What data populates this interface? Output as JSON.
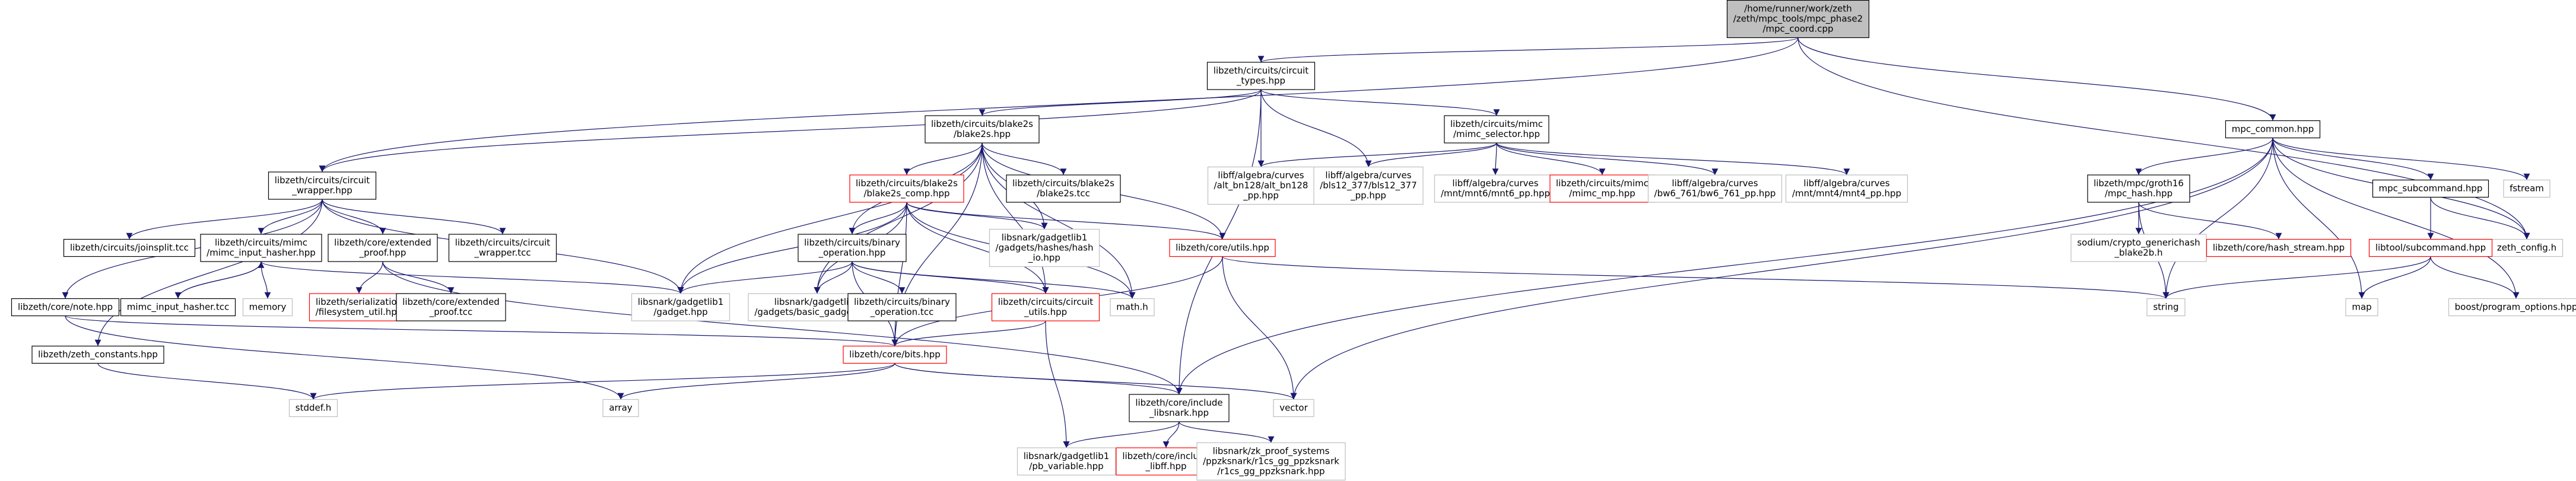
{
  "colors": {
    "edge": "#191970",
    "node_fill": "#ffffff",
    "node_border_documented": "#000000",
    "node_border_undocumented": "#bfbfbf",
    "node_border_red": "#ff0000",
    "root_fill": "#bfbfbf",
    "text": "#000000"
  },
  "nodes": [
    {
      "id": "root",
      "lines": [
        "/home/runner/work/zeth",
        "/zeth/mpc_tools/mpc_phase2",
        "/mpc_coord.cpp"
      ],
      "style": "root"
    },
    {
      "id": "circuit_types",
      "lines": [
        "libzeth/circuits/circuit",
        "_types.hpp"
      ],
      "style": "documented"
    },
    {
      "id": "mpc_common",
      "lines": [
        "mpc_common.hpp"
      ],
      "style": "documented"
    },
    {
      "id": "zeth_config",
      "lines": [
        "zeth_config.h"
      ],
      "style": "undocumented"
    },
    {
      "id": "blake2s",
      "lines": [
        "libzeth/circuits/blake2s",
        "/blake2s.hpp"
      ],
      "style": "documented"
    },
    {
      "id": "mimc_selector",
      "lines": [
        "libzeth/circuits/mimc",
        "/mimc_selector.hpp"
      ],
      "style": "documented"
    },
    {
      "id": "alt_bn128",
      "lines": [
        "libff/algebra/curves",
        "/alt_bn128/alt_bn128",
        "_pp.hpp"
      ],
      "style": "undocumented"
    },
    {
      "id": "bls12_377",
      "lines": [
        "libff/algebra/curves",
        "/bls12_377/bls12_377",
        "_pp.hpp"
      ],
      "style": "undocumented"
    },
    {
      "id": "mnt6",
      "lines": [
        "libff/algebra/curves",
        "/mnt/mnt6/mnt6_pp.hpp"
      ],
      "style": "undocumented"
    },
    {
      "id": "mimc_mp",
      "lines": [
        "libzeth/circuits/mimc",
        "/mimc_mp.hpp"
      ],
      "style": "red"
    },
    {
      "id": "bw6",
      "lines": [
        "libff/algebra/curves",
        "/bw6_761/bw6_761_pp.hpp"
      ],
      "style": "undocumented"
    },
    {
      "id": "mnt4",
      "lines": [
        "libff/algebra/curves",
        "/mnt/mnt4/mnt4_pp.hpp"
      ],
      "style": "undocumented"
    },
    {
      "id": "circuit_wrapper",
      "lines": [
        "libzeth/circuits/circuit",
        "_wrapper.hpp"
      ],
      "style": "documented"
    },
    {
      "id": "blake2s_comp",
      "lines": [
        "libzeth/circuits/blake2s",
        "/blake2s_comp.hpp"
      ],
      "style": "red"
    },
    {
      "id": "blake2s_tcc",
      "lines": [
        "libzeth/circuits/blake2s",
        "/blake2s.tcc"
      ],
      "style": "documented"
    },
    {
      "id": "joinsplit_tcc",
      "lines": [
        "libzeth/circuits/joinsplit.tcc"
      ],
      "style": "documented"
    },
    {
      "id": "mimc_input_hasher",
      "lines": [
        "libzeth/circuits/mimc",
        "/mimc_input_hasher.hpp"
      ],
      "style": "documented"
    },
    {
      "id": "extended_proof",
      "lines": [
        "libzeth/core/extended",
        "_proof.hpp"
      ],
      "style": "documented"
    },
    {
      "id": "circuit_wrapper_tcc",
      "lines": [
        "libzeth/circuits/circuit",
        "_wrapper.tcc"
      ],
      "style": "documented"
    },
    {
      "id": "binary_operation",
      "lines": [
        "libzeth/circuits/binary",
        "_operation.hpp"
      ],
      "style": "documented"
    },
    {
      "id": "hash_io",
      "lines": [
        "libsnark/gadgetlib1",
        "/gadgets/hashes/hash",
        "_io.hpp"
      ],
      "style": "undocumented"
    },
    {
      "id": "utils_hpp",
      "lines": [
        "libzeth/core/utils.hpp"
      ],
      "style": "red"
    },
    {
      "id": "note",
      "lines": [
        "libzeth/core/note.hpp"
      ],
      "style": "documented"
    },
    {
      "id": "mimc_input_hasher_tcc",
      "lines": [
        "mimc_input_hasher.tcc"
      ],
      "style": "documented"
    },
    {
      "id": "memory",
      "lines": [
        "memory"
      ],
      "style": "undocumented"
    },
    {
      "id": "filesystem_util",
      "lines": [
        "libzeth/serialization",
        "/filesystem_util.hpp"
      ],
      "style": "red"
    },
    {
      "id": "extended_proof_tcc",
      "lines": [
        "libzeth/core/extended",
        "_proof.tcc"
      ],
      "style": "documented"
    },
    {
      "id": "gadget",
      "lines": [
        "libsnark/gadgetlib1",
        "/gadget.hpp"
      ],
      "style": "undocumented"
    },
    {
      "id": "basic_gadgets",
      "lines": [
        "libsnark/gadgetlib1",
        "/gadgets/basic_gadgets.hpp"
      ],
      "style": "undocumented"
    },
    {
      "id": "binary_operation_tcc",
      "lines": [
        "libzeth/circuits/binary",
        "_operation.tcc"
      ],
      "style": "documented"
    },
    {
      "id": "circuit_utils",
      "lines": [
        "libzeth/circuits/circuit",
        "_utils.hpp"
      ],
      "style": "red"
    },
    {
      "id": "math",
      "lines": [
        "math.h"
      ],
      "style": "undocumented"
    },
    {
      "id": "zeth_constants",
      "lines": [
        "libzeth/zeth_constants.hpp"
      ],
      "style": "documented"
    },
    {
      "id": "bits",
      "lines": [
        "libzeth/core/bits.hpp"
      ],
      "style": "red"
    },
    {
      "id": "stddef",
      "lines": [
        "stddef.h"
      ],
      "style": "undocumented"
    },
    {
      "id": "array",
      "lines": [
        "array"
      ],
      "style": "undocumented"
    },
    {
      "id": "include_libsnark",
      "lines": [
        "libzeth/core/include",
        "_libsnark.hpp"
      ],
      "style": "documented"
    },
    {
      "id": "vector",
      "lines": [
        "vector"
      ],
      "style": "undocumented"
    },
    {
      "id": "pb_variable",
      "lines": [
        "libsnark/gadgetlib1",
        "/pb_variable.hpp"
      ],
      "style": "undocumented"
    },
    {
      "id": "include_libff",
      "lines": [
        "libzeth/core/include",
        "_libff.hpp"
      ],
      "style": "red"
    },
    {
      "id": "r1cs_gg",
      "lines": [
        "libsnark/zk_proof_systems",
        "/ppzksnark/r1cs_gg_ppzksnark",
        "/r1cs_gg_ppzksnark.hpp"
      ],
      "style": "undocumented"
    },
    {
      "id": "groth16_hash",
      "lines": [
        "libzeth/mpc/groth16",
        "/mpc_hash.hpp"
      ],
      "style": "documented"
    },
    {
      "id": "mpc_subcommand",
      "lines": [
        "mpc_subcommand.hpp"
      ],
      "style": "documented"
    },
    {
      "id": "fstream",
      "lines": [
        "fstream"
      ],
      "style": "undocumented"
    },
    {
      "id": "sodium",
      "lines": [
        "sodium/crypto_generichash",
        "_blake2b.h"
      ],
      "style": "undocumented"
    },
    {
      "id": "hash_stream",
      "lines": [
        "libzeth/core/hash_stream.hpp"
      ],
      "style": "red"
    },
    {
      "id": "libtool_subcommand",
      "lines": [
        "libtool/subcommand.hpp"
      ],
      "style": "red"
    },
    {
      "id": "string",
      "lines": [
        "string"
      ],
      "style": "undocumented"
    },
    {
      "id": "map",
      "lines": [
        "map"
      ],
      "style": "undocumented"
    },
    {
      "id": "program_options",
      "lines": [
        "boost/program_options.hpp"
      ],
      "style": "undocumented"
    }
  ]
}
